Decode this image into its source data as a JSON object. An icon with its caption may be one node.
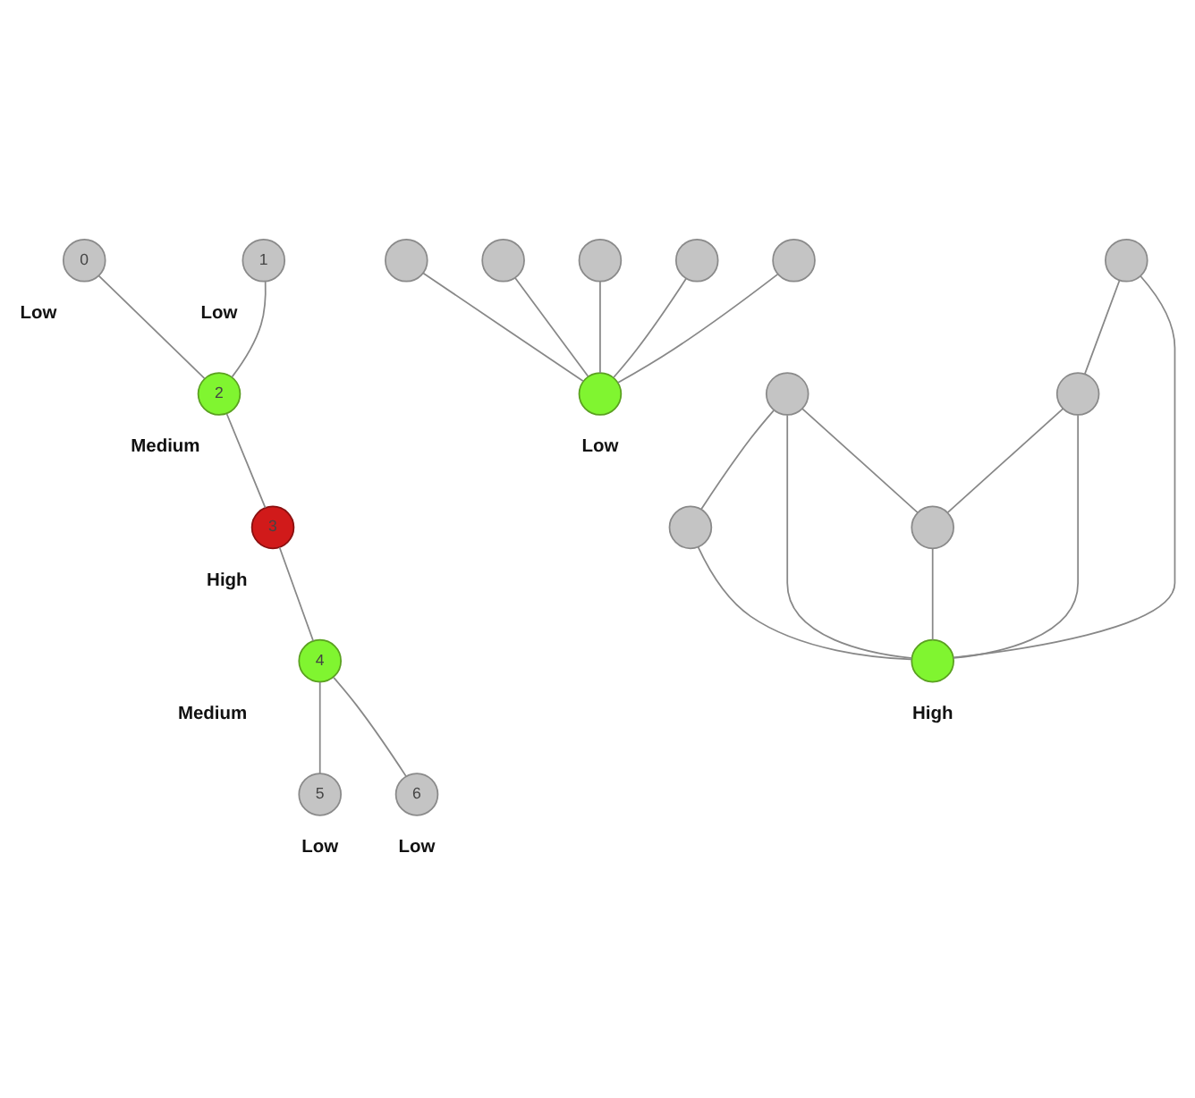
{
  "diagram": {
    "nodes": [
      {
        "text": [
          "0"
        ],
        "beside": [
          "Low"
        ]
      },
      {
        "text": [
          "1"
        ],
        "beside": [
          "Low"
        ]
      },
      {
        "text": [
          "2"
        ],
        "beside": [
          "Medium"
        ]
      },
      {
        "text": [
          "3"
        ],
        "beside": [
          "High"
        ]
      },
      {
        "text": [
          "4"
        ],
        "beside": [
          "Medium"
        ]
      },
      {
        "text": [
          "5"
        ],
        "beside": [
          "Low"
        ]
      },
      {
        "text": [
          "6"
        ],
        "beside": [
          "Low"
        ]
      },
      {
        "text": [],
        "shape": "circle"
      },
      {
        "text": [],
        "shape": "circle"
      },
      {
        "text": [],
        "shape": "circle"
      },
      {
        "text": [],
        "shape": "circle"
      },
      {
        "text": [],
        "shape": "circle"
      },
      {
        "text": [],
        "shape": "circle",
        "beside": [
          "Low"
        ]
      },
      {
        "text": [],
        "shape": "circle"
      },
      {
        "text": [],
        "shape": "circle"
      },
      {
        "text": [],
        "shape": "circle"
      },
      {
        "text": [],
        "shape": "circle"
      },
      {
        "text": [],
        "shape": "circle"
      },
      {
        "text": [],
        "shape": "circle",
        "beside": [
          "High"
        ]
      }
    ],
    "edges": [
      {
        "from": 0,
        "to": 2,
        "arrow": "none"
      },
      {
        "from": 1,
        "to": 2,
        "arrow": "none"
      },
      {
        "from": 2,
        "to": 3,
        "arrow": "none"
      },
      {
        "from": 3,
        "to": 4,
        "arrow": "none"
      },
      {
        "from": 4,
        "to": 5,
        "arrow": "none"
      },
      {
        "from": 4,
        "to": 6,
        "arrow": "none"
      },
      {
        "from": 7,
        "to": 12,
        "arrow": "none"
      },
      {
        "from": 8,
        "to": 12,
        "arrow": "none"
      },
      {
        "from": 9,
        "to": 12,
        "arrow": "none"
      },
      {
        "from": 10,
        "to": 12,
        "arrow": "none"
      },
      {
        "from": 11,
        "to": 12,
        "arrow": "none"
      },
      {
        "from": 14,
        "to": 15,
        "arrow": "none"
      },
      {
        "from": 15,
        "to": 17,
        "arrow": "none"
      },
      {
        "from": 13,
        "to": 16,
        "arrow": "none"
      },
      {
        "from": 13,
        "to": 17,
        "arrow": "none"
      },
      {
        "from": 13,
        "to": 18,
        "arrow": "none"
      },
      {
        "from": 14,
        "to": 18,
        "arrow": "none"
      },
      {
        "from": 15,
        "to": 18,
        "arrow": "none"
      },
      {
        "from": 16,
        "to": 18,
        "arrow": "none"
      },
      {
        "from": 17,
        "to": 18,
        "arrow": "none"
      }
    ]
  }
}
